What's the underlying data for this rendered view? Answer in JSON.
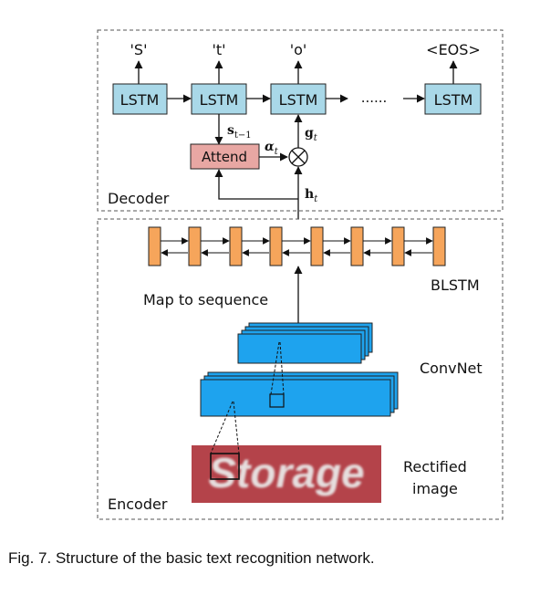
{
  "decoder": {
    "section_label": "Decoder",
    "outputs": [
      "'S'",
      "'t'",
      "'o'",
      "<EOS>"
    ],
    "lstm_label": "LSTM",
    "ellipsis": "......",
    "attend_label": "Attend",
    "s_label": "s",
    "s_sub": "t−1",
    "alpha_label": "α",
    "alpha_sub": "t",
    "g_label": "g",
    "g_sub": "t",
    "h_label": "h",
    "h_sub": "t",
    "colors": {
      "lstm": "#a9d8e8",
      "attend": "#e8a7a3"
    }
  },
  "encoder": {
    "section_label": "Encoder",
    "blstm_label": "BLSTM",
    "map_label": "Map to sequence",
    "convnet_label": "ConvNet",
    "rectified_label_line1": "Rectified",
    "rectified_label_line2": "image",
    "image_text": "Storage",
    "colors": {
      "bar": "#f6a55b",
      "conv": "#1ea3ee",
      "image": "#b4434a"
    }
  },
  "caption": "Fig. 7. Structure of the basic text recognition network."
}
